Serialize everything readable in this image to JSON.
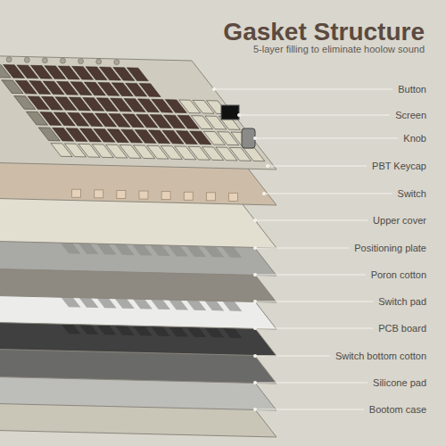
{
  "diagram": {
    "title": "Gasket Structure",
    "labels": [
      "5-layer filling to eliminate hoolow sound",
      "Button",
      "Screen",
      "Knob",
      "PBT Keycap",
      "Switch",
      "Upper cover",
      "Positioning plate",
      "Poron cotton",
      "Switch pad",
      "PCB board",
      "Switch bottom cotton",
      "Silicone pad",
      "Bootom case"
    ]
  }
}
